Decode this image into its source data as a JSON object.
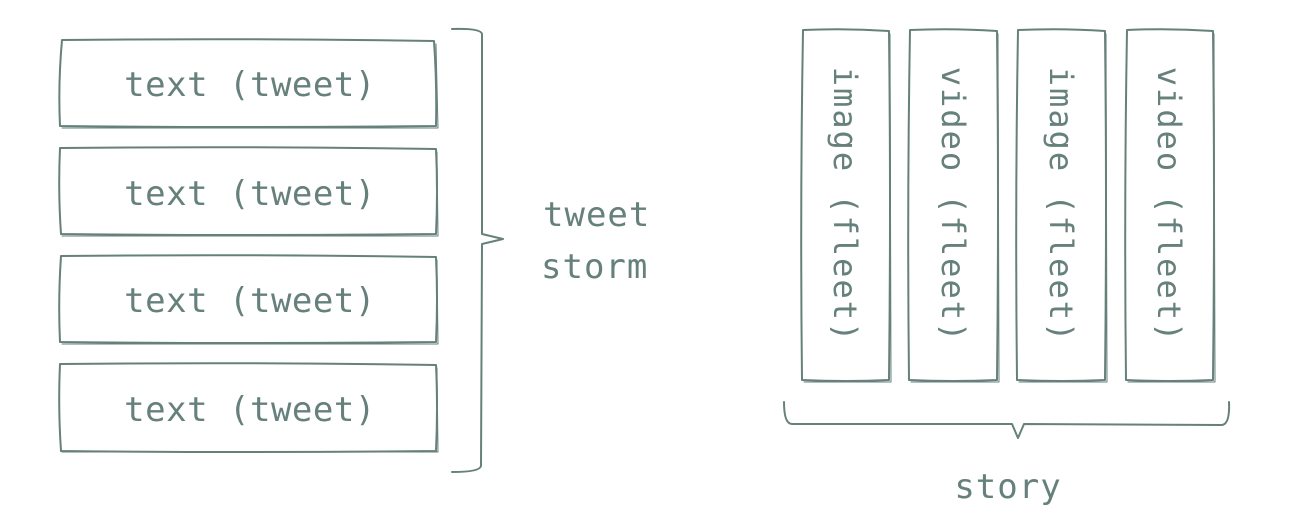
{
  "tweet_storm": {
    "tweets": [
      {
        "label": "text (tweet)"
      },
      {
        "label": "text (tweet)"
      },
      {
        "label": "text (tweet)"
      },
      {
        "label": "text (tweet)"
      }
    ],
    "group_label_line1": "tweet",
    "group_label_line2": "storm"
  },
  "story": {
    "fleets": [
      {
        "label": "image (fleet)"
      },
      {
        "label": "video (fleet)"
      },
      {
        "label": "image (fleet)"
      },
      {
        "label": "video (fleet)"
      }
    ],
    "group_label": "story"
  },
  "colors": {
    "ink": "#66807b",
    "background": "#ffffff"
  }
}
